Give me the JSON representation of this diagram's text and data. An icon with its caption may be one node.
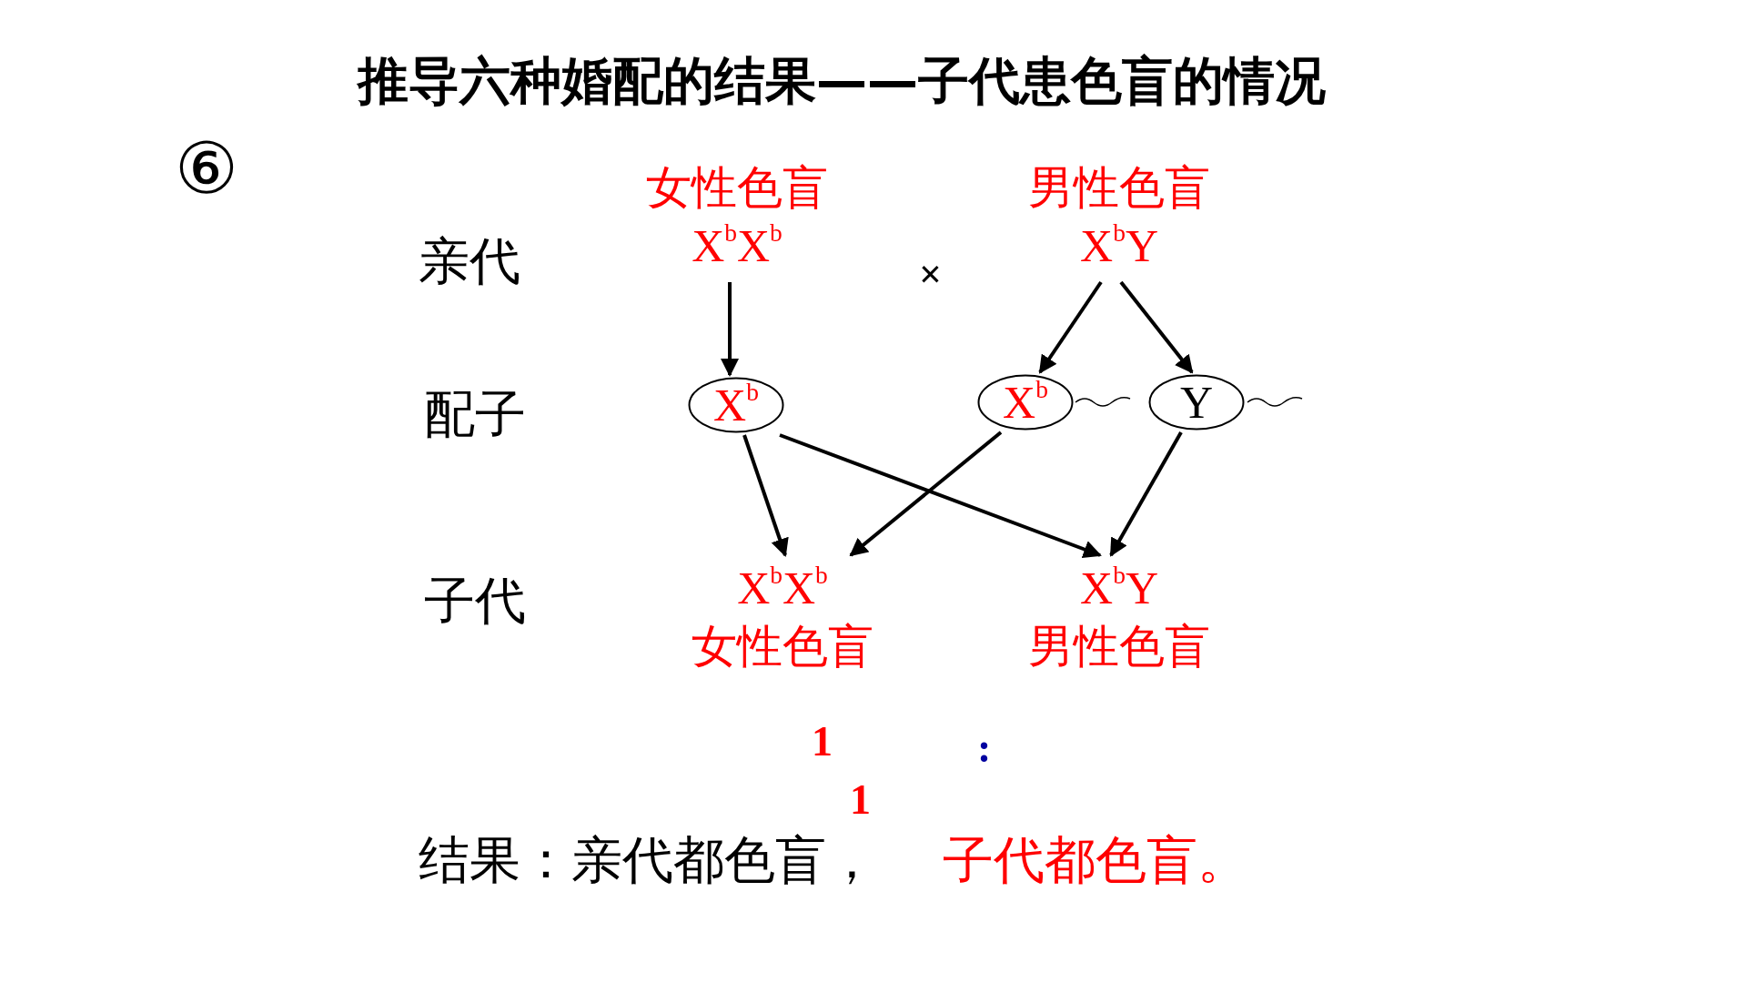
{
  "diagram": {
    "title": "推导六种婚配的结果——子代患色盲的情况",
    "nodes": [
      {
        "text": [
          "女性色盲",
          "X$^{b}$X$^{b}$"
        ]
      },
      {
        "text": [
          "男性色盲",
          "X$^{b}$Y"
        ]
      },
      {
        "text": [
          "X$^{b}$"
        ]
      },
      {
        "text": [
          "X$^{b}$"
        ]
      },
      {
        "text": [
          "Y"
        ]
      },
      {
        "text": [
          "X$^{b}$X$^{b}$",
          "女性色盲"
        ]
      },
      {
        "text": [
          "X$^{b}$Y",
          "男性色盲"
        ]
      }
    ],
    "edges": [
      {
        "from": 0,
        "to": 2,
        "arrow": "to"
      },
      {
        "from": 1,
        "to": 3,
        "arrow": "to"
      },
      {
        "from": 1,
        "to": 4,
        "arrow": "to"
      },
      {
        "from": 2,
        "to": 5,
        "arrow": "to"
      },
      {
        "from": 2,
        "to": 6,
        "arrow": "to"
      },
      {
        "from": 3,
        "to": 5,
        "arrow": "to"
      },
      {
        "from": 4,
        "to": 6,
        "arrow": "to"
      }
    ],
    "labels": [
      "⑥",
      "亲代",
      "×",
      "配子",
      "子代",
      "1",
      ":",
      "1",
      "结果：亲代都色盲，",
      "子代都色盲。"
    ]
  }
}
